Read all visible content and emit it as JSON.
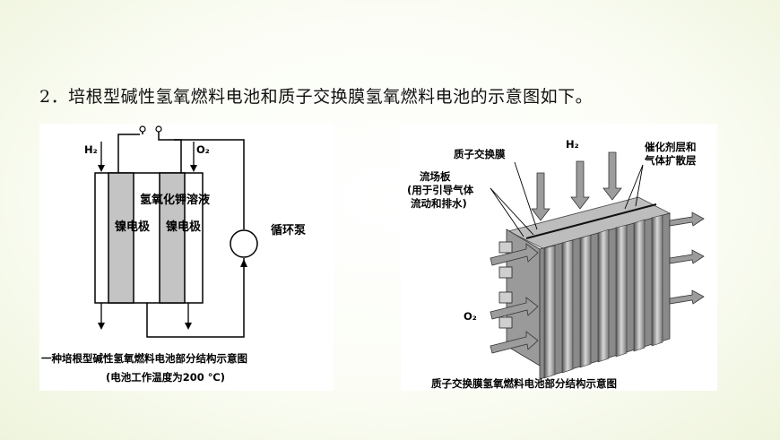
{
  "question": "2．培根型碱性氢氧燃料电池和质子交换膜氢氧燃料电池的示意图如下。",
  "figure1": {
    "h2_label": "H₂",
    "o2_label": "O₂",
    "left_electrode": "镍电极",
    "right_electrode": "镍电极",
    "electrolyte": "氢氧化钾溶液",
    "pump": "循环泵",
    "caption_line1": "一种培根型碱性氢氧燃料电池部分结构示意图",
    "caption_line2": "(电池工作温度为200 ℃)"
  },
  "figure2": {
    "membrane": "质子交换膜",
    "h2_label": "H₂",
    "catalyst_line1": "催化剂层和",
    "catalyst_line2": "气体扩散层",
    "flow_plate_line1": "流场板",
    "flow_plate_line2": "(用于引导气体",
    "flow_plate_line3": "流动和排水)",
    "o2_label": "O₂",
    "caption": "质子交换膜氢氧燃料电池部分结构示意图"
  }
}
